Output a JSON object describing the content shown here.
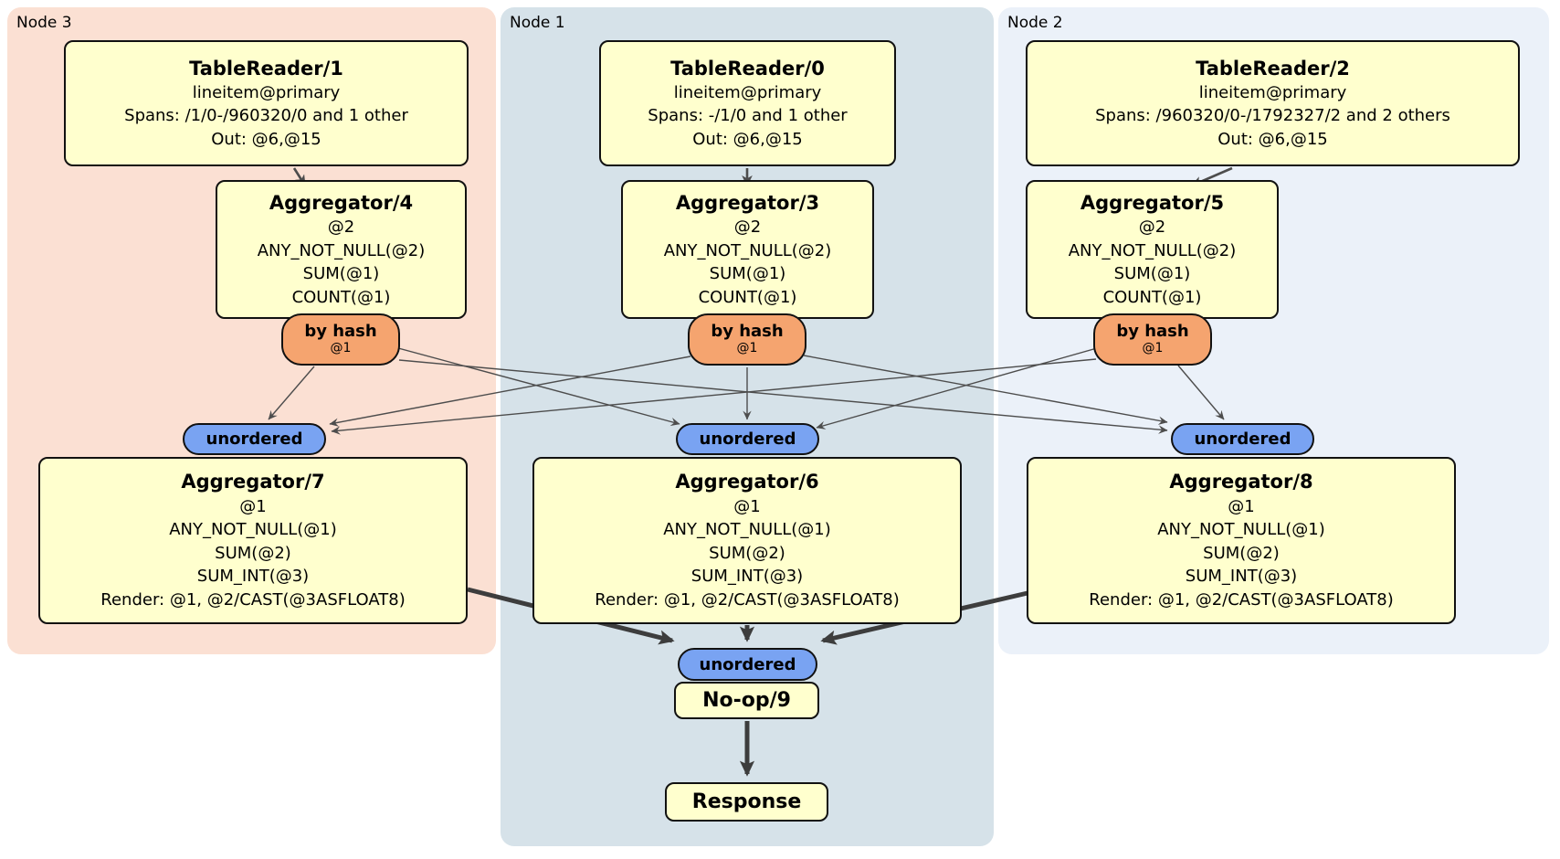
{
  "regions": [
    {
      "label": "Node 3",
      "bg": "#fbe0d3"
    },
    {
      "label": "Node 1",
      "bg": "#d6e2e9"
    },
    {
      "label": "Node 2",
      "bg": "#ebf1f9"
    }
  ],
  "processors": [
    {
      "title": "TableReader/1",
      "lines": [
        "lineitem@primary",
        "Spans: /1/0-/960320/0 and 1 other",
        "Out: @6,@15"
      ]
    },
    {
      "title": "Aggregator/4",
      "lines": [
        "@2",
        "ANY_NOT_NULL(@2)",
        "SUM(@1)",
        "COUNT(@1)"
      ]
    },
    {
      "title": "TableReader/0",
      "lines": [
        "lineitem@primary",
        "Spans: -/1/0 and 1 other",
        "Out: @6,@15"
      ]
    },
    {
      "title": "Aggregator/3",
      "lines": [
        "@2",
        "ANY_NOT_NULL(@2)",
        "SUM(@1)",
        "COUNT(@1)"
      ]
    },
    {
      "title": "TableReader/2",
      "lines": [
        "lineitem@primary",
        "Spans: /960320/0-/1792327/2 and 2 others",
        "Out: @6,@15"
      ]
    },
    {
      "title": "Aggregator/5",
      "lines": [
        "@2",
        "ANY_NOT_NULL(@2)",
        "SUM(@1)",
        "COUNT(@1)"
      ]
    },
    {
      "title": "Aggregator/7",
      "lines": [
        "@1",
        "ANY_NOT_NULL(@1)",
        "SUM(@2)",
        "SUM_INT(@3)",
        "Render: @1, @2/CAST(@3ASFLOAT8)"
      ]
    },
    {
      "title": "Aggregator/6",
      "lines": [
        "@1",
        "ANY_NOT_NULL(@1)",
        "SUM(@2)",
        "SUM_INT(@3)",
        "Render: @1, @2/CAST(@3ASFLOAT8)"
      ]
    },
    {
      "title": "Aggregator/8",
      "lines": [
        "@1",
        "ANY_NOT_NULL(@1)",
        "SUM(@2)",
        "SUM_INT(@3)",
        "Render: @1, @2/CAST(@3ASFLOAT8)"
      ]
    },
    {
      "title": "No-op/9",
      "lines": []
    },
    {
      "title": "Response",
      "lines": []
    }
  ],
  "routers": [
    {
      "label": "by hash",
      "detail": "@1"
    },
    {
      "label": "by hash",
      "detail": "@1"
    },
    {
      "label": "by hash",
      "detail": "@1"
    }
  ],
  "streams": [
    {
      "label": "unordered"
    },
    {
      "label": "unordered"
    },
    {
      "label": "unordered"
    },
    {
      "label": "unordered"
    }
  ],
  "colors": {
    "node3_bg": "#fbe0d3",
    "node1_bg": "#d6e2e9",
    "node2_bg": "#ebf1f9",
    "processor_bg": "#ffffce",
    "router_bg": "#f5a46f",
    "stream_bg": "#79a3f2",
    "edge_thin": "#4d4d4d",
    "edge_thick": "#3d3d3d"
  }
}
